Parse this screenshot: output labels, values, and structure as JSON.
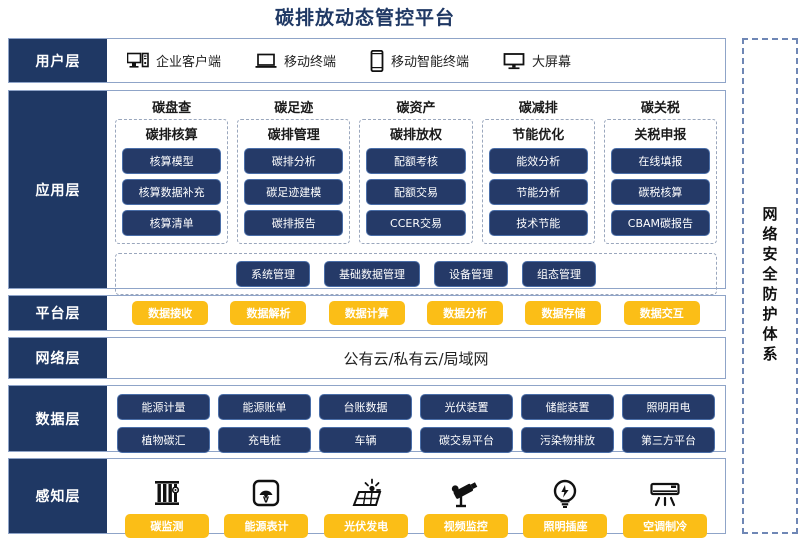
{
  "title": "碳排放动态管控平台",
  "security_panel": {
    "text": "网络安全防护体系"
  },
  "layers": {
    "user": {
      "label": "用户层"
    },
    "app": {
      "label": "应用层"
    },
    "platform": {
      "label": "平台层"
    },
    "network": {
      "label": "网络层"
    },
    "data": {
      "label": "数据层"
    },
    "sense": {
      "label": "感知层"
    }
  },
  "user_layer": {
    "items": [
      {
        "label": "企业客户端",
        "icon": "desktop-tower-icon"
      },
      {
        "label": "移动终端",
        "icon": "laptop-icon"
      },
      {
        "label": "移动智能终端",
        "icon": "smartphone-icon"
      },
      {
        "label": "大屏幕",
        "icon": "monitor-icon"
      }
    ]
  },
  "app_layer": {
    "columns": [
      {
        "title": "碳盘查",
        "subtitle": "碳排核算",
        "items": [
          "核算模型",
          "核算数据补充",
          "核算清单"
        ]
      },
      {
        "title": "碳足迹",
        "subtitle": "碳排管理",
        "items": [
          "碳排分析",
          "碳足迹建模",
          "碳排报告"
        ]
      },
      {
        "title": "碳资产",
        "subtitle": "碳排放权",
        "items": [
          "配额考核",
          "配额交易",
          "CCER交易"
        ]
      },
      {
        "title": "碳减排",
        "subtitle": "节能优化",
        "items": [
          "能效分析",
          "节能分析",
          "技术节能"
        ]
      },
      {
        "title": "碳关税",
        "subtitle": "关税申报",
        "items": [
          "在线填报",
          "碳税核算",
          "CBAM碳报告"
        ]
      }
    ],
    "management": [
      "系统管理",
      "基础数据管理",
      "设备管理",
      "组态管理"
    ]
  },
  "platform_layer": {
    "items": [
      "数据接收",
      "数据解析",
      "数据计算",
      "数据分析",
      "数据存储",
      "数据交互"
    ]
  },
  "network_layer": {
    "text": "公有云/私有云/局域网"
  },
  "data_layer": {
    "row1": [
      "能源计量",
      "能源账单",
      "台账数据",
      "光伏装置",
      "储能装置",
      "照明用电"
    ],
    "row2": [
      "植物碳汇",
      "充电桩",
      "车辆",
      "碳交易平台",
      "污染物排放",
      "第三方平台"
    ]
  },
  "sense_layer": {
    "items": [
      {
        "label": "碳监测",
        "icon": "carbon-sensor-icon"
      },
      {
        "label": "能源表计",
        "icon": "meter-gauge-icon"
      },
      {
        "label": "光伏发电",
        "icon": "solar-panel-icon"
      },
      {
        "label": "视频监控",
        "icon": "cctv-camera-icon"
      },
      {
        "label": "照明插座",
        "icon": "lightbulb-icon"
      },
      {
        "label": "空调制冷",
        "icon": "air-conditioner-icon"
      }
    ]
  },
  "colors": {
    "navy": "#1f3864",
    "chip_navy": "#253a68",
    "yellow": "#fbbe17",
    "border_blue": "#8fa4c8"
  }
}
